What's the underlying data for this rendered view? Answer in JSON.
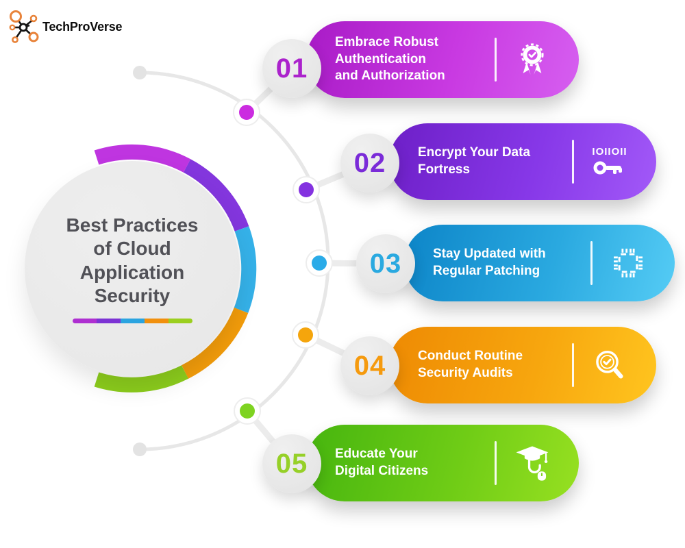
{
  "logo": {
    "text": "TechProVerse"
  },
  "hub": {
    "title": "Best Practices\nof Cloud\nApplication\nSecurity",
    "underline_colors": [
      "#ae2fd1",
      "#7c33d4",
      "#2ba4e0",
      "#f1900e",
      "#9bcf1f"
    ],
    "ring_colors": [
      "#bf35e0",
      "#8336dd",
      "#35b1e8",
      "#f29c0b",
      "#8ccd1d"
    ]
  },
  "items": [
    {
      "number": "01",
      "title": "Embrace Robust\nAuthentication\nand Authorization",
      "icon": "award-badge-icon",
      "number_color": "#ab22cc",
      "dot_color": "#cb2ce0",
      "gradient": [
        "#a81bc6",
        "#c93ae2",
        "#d65ff0"
      ]
    },
    {
      "number": "02",
      "title": "Encrypt Your Data\nFortress",
      "icon": "binary-key-icon",
      "icon_text": "IOIIOII",
      "number_color": "#7a2bd8",
      "dot_color": "#8432e0",
      "gradient": [
        "#6d1fc7",
        "#8738e8",
        "#a259f8"
      ]
    },
    {
      "number": "03",
      "title": "Stay Updated with\nRegular Patching",
      "icon": "cpu-chip-icon",
      "number_color": "#2aa9e0",
      "dot_color": "#2aabe8",
      "gradient": [
        "#0d85c8",
        "#2aa9e0",
        "#55ccf5"
      ]
    },
    {
      "number": "04",
      "title": "Conduct Routine\nSecurity Audits",
      "icon": "audit-magnifier-icon",
      "number_color": "#f59a0e",
      "dot_color": "#f5a50c",
      "gradient": [
        "#ee8a03",
        "#f7a60e",
        "#ffc51f"
      ]
    },
    {
      "number": "05",
      "title": "Educate Your\nDigital Citizens",
      "icon": "education-cap-mouse-icon",
      "number_color": "#96d028",
      "dot_color": "#7ed321",
      "gradient": [
        "#46b50f",
        "#6fcc16",
        "#97e021"
      ]
    }
  ]
}
